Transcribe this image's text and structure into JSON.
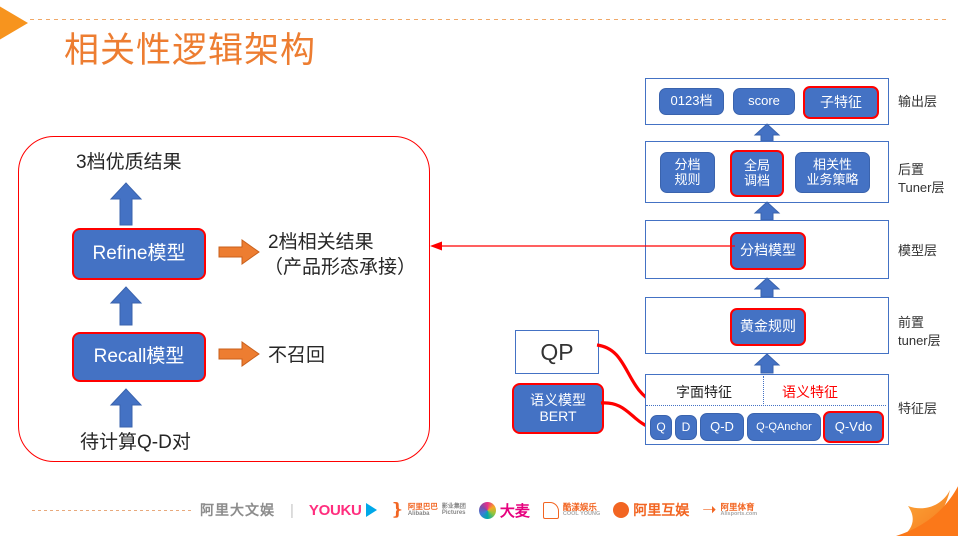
{
  "slide": {
    "title": "相关性逻辑架构",
    "accent_color": "#ED7D31",
    "blue": "#4472C4",
    "red": "#FF0000"
  },
  "left_flow": {
    "top_label": "3档优质结果",
    "bottom_label": "待计算Q-D对",
    "nodes": [
      {
        "label": "Refine模型",
        "output": "2档相关结果\n（产品形态承接）"
      },
      {
        "label": "Recall模型",
        "output": "不召回"
      }
    ],
    "refine_label": "Refine模型",
    "refine_out_line1": "2档相关结果",
    "refine_out_line2": "（产品形态承接）",
    "recall_label": "Recall模型",
    "recall_out": "不召回"
  },
  "qp": {
    "label": "QP",
    "bert_line1": "语义模型",
    "bert_line2": "BERT"
  },
  "architecture": {
    "layers": [
      {
        "name": "output-layer",
        "label": "输出层",
        "chips": [
          {
            "text": "0123档",
            "highlighted": false
          },
          {
            "text": "score",
            "highlighted": false
          },
          {
            "text": "子特征",
            "highlighted": true
          }
        ]
      },
      {
        "name": "post-tuner-layer",
        "label": "后置\nTuner层",
        "label_line1": "后置",
        "label_line2": "Tuner层",
        "chips": [
          {
            "text": "分档\n规则",
            "line1": "分档",
            "line2": "规则",
            "highlighted": false
          },
          {
            "text": "全局\n调档",
            "line1": "全局",
            "line2": "调档",
            "highlighted": true
          },
          {
            "text": "相关性\n业务策略",
            "line1": "相关性",
            "line2": "业务策略",
            "highlighted": false
          }
        ]
      },
      {
        "name": "model-layer",
        "label": "模型层",
        "chips": [
          {
            "text": "分档模型",
            "highlighted": true
          }
        ]
      },
      {
        "name": "pre-tuner-layer",
        "label": "前置\ntuner层",
        "label_line1": "前置",
        "label_line2": "tuner层",
        "chips": [
          {
            "text": "黄金规则",
            "highlighted": true
          }
        ]
      },
      {
        "name": "feature-layer",
        "label": "特征层",
        "group_left": "字面特征",
        "group_right": "语义特征",
        "group_right_color": "#FF0000",
        "chips": [
          {
            "text": "Q",
            "highlighted": false
          },
          {
            "text": "D",
            "highlighted": false
          },
          {
            "text": "Q-D",
            "highlighted": false
          },
          {
            "text": "Q-QAnchor",
            "highlighted": false
          },
          {
            "text": "Q-Vdo",
            "highlighted": true
          }
        ]
      }
    ]
  },
  "footer": {
    "brand": "阿里大文娱",
    "logos": [
      {
        "name": "youku",
        "text": "YOUKU"
      },
      {
        "name": "alibaba-pictures",
        "line1": "阿里巴巴",
        "line2": "Alibaba",
        "sub1": "影业集团",
        "sub2": "Pictures"
      },
      {
        "name": "damai",
        "text": "大麦"
      },
      {
        "name": "cool-young",
        "line1": "酷漾娱乐",
        "line2": "COOL YOUNG"
      },
      {
        "name": "ali-entertainment",
        "text": "阿里互娱"
      },
      {
        "name": "ali-sports",
        "line1": "阿里体育",
        "line2": "Alisports.com"
      }
    ]
  }
}
